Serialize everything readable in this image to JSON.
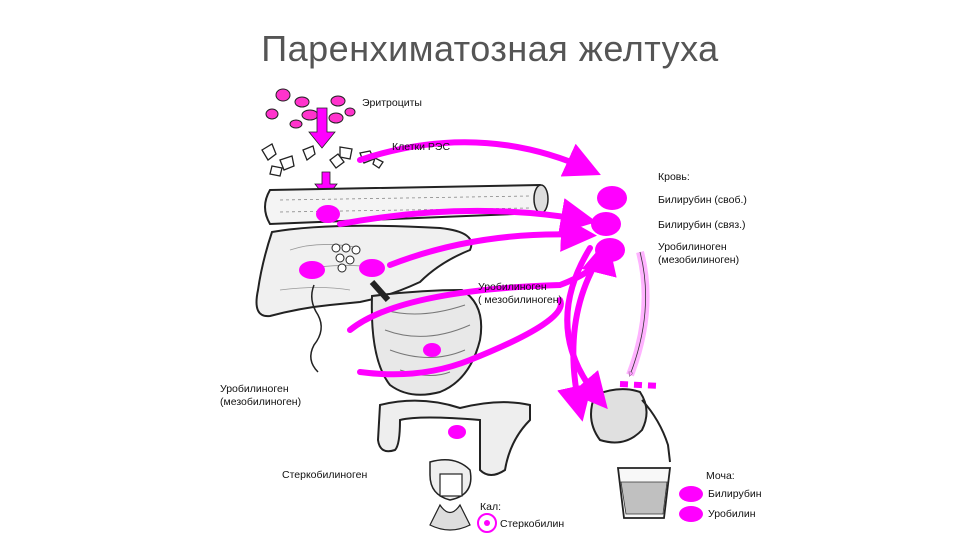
{
  "title": "Паренхиматозная желтуха",
  "colors": {
    "accent": "#ff00ff",
    "accent_light": "#ffb3ff",
    "ink": "#111111",
    "title": "#555555"
  },
  "labels": {
    "erythrocytes": "Эритроциты",
    "res_cells": "Клетки РЭС",
    "blood": "Кровь:",
    "bilirubin_free": "Билирубин (своб.)",
    "bilirubin_bound": "Билирубин (связ.)",
    "urobilinogen_blood_1": "Уробилиноген",
    "urobilinogen_blood_2": "(мезобилиноген)",
    "urobilinogen_bile_1": "Уробилиноген",
    "urobilinogen_bile_2": "( мезобилиноген)",
    "urobilinogen_portal_1": "Уробилиноген",
    "urobilinogen_portal_2": "(мезобилиноген)",
    "stercobilinogen": "Стеркобилиноген",
    "urine": "Моча:",
    "urine_bilirubin": "Билирубин",
    "urine_urobilin": "Уробилин",
    "feces": "Кал:",
    "stercobilin": "Стеркобилин"
  }
}
